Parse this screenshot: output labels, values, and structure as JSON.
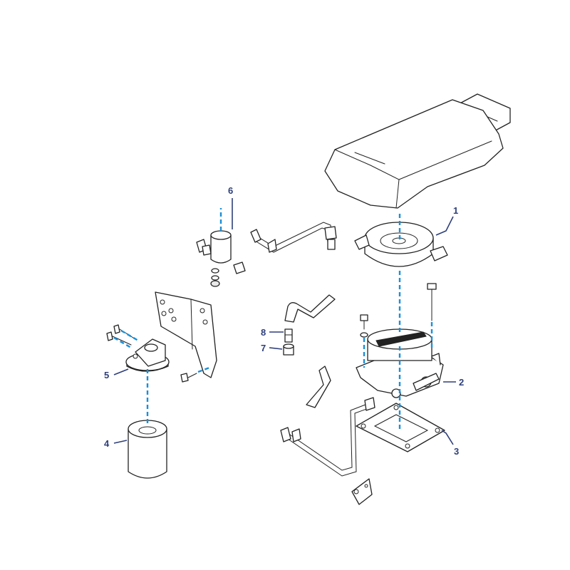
{
  "colors": {
    "line": "#222222",
    "dashed_axis": "#1a8fd8",
    "callout": "#2e3f7a"
  },
  "callouts": [
    {
      "id": "1",
      "text": "1"
    },
    {
      "id": "2",
      "text": "2"
    },
    {
      "id": "3",
      "text": "3"
    },
    {
      "id": "4",
      "text": "4"
    },
    {
      "id": "5",
      "text": "5"
    },
    {
      "id": "6",
      "text": "6"
    },
    {
      "id": "7",
      "text": "7"
    },
    {
      "id": "8",
      "text": "8"
    }
  ]
}
